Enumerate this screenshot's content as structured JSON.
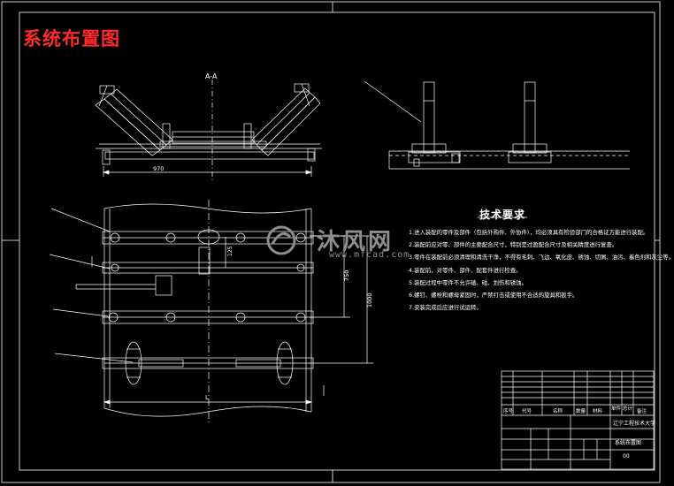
{
  "title": "系统布置图",
  "section_label": "A-A",
  "dimensions": {
    "width_top": "970",
    "vertical_1": "750",
    "vertical_2": "1000",
    "length": "L",
    "upper_small": "125"
  },
  "watermark": {
    "text": "沐风网",
    "url": "www.mfcad.com"
  },
  "tech_requirements": {
    "title": "技术要求",
    "items": [
      "1.进入装配的零件及部件（包括外购件、外协件），均必须具有检验部门的合格证方能进行装配。",
      "2.装配前应对零、部件的主要配合尺寸，特别是过盈配合尺寸及相关精度进行复查。",
      "3.零件在装配前必须清理和清洗干净，不得有毛刺、飞边、氧化皮、锈蚀、切屑、油污、着色剂和灰尘等。",
      "4.装配前，对零件、部件、配套件进行检查。",
      "5.装配过程中零件不允许磕、碰、划伤和锈蚀。",
      "6.螺钉、螺栓和螺母紧固时，严禁打击或使用不合适的旋具和扳手。",
      "7.安装完成后应进行试运转。"
    ]
  },
  "title_block": {
    "school": "辽宁工程技术大学",
    "drawing_name": "系统布置图",
    "columns": [
      "序号",
      "代号",
      "名称",
      "数量",
      "材料",
      "单件",
      "总计",
      "备注"
    ],
    "scale_cell": "00"
  }
}
